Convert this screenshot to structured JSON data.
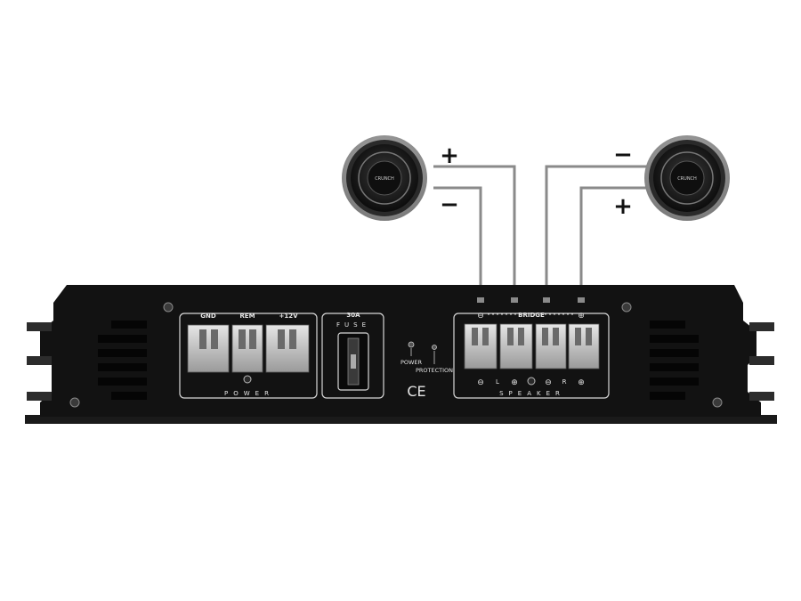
{
  "speakers": {
    "left": {
      "brand": "CRUNCH",
      "positive_sign": "+",
      "negative_sign": "−"
    },
    "right": {
      "brand": "CRUNCH",
      "positive_sign": "+",
      "negative_sign": "−"
    }
  },
  "power_block": {
    "terminals": [
      "GND",
      "REM",
      "+12V"
    ],
    "caption": "POWER"
  },
  "fuse": {
    "rating": "30A",
    "caption": "FUSE"
  },
  "indicators": {
    "power": "POWER",
    "protection": "PROTECTION"
  },
  "ce_mark": "CE",
  "speaker_block": {
    "bridge_label": "BRIDGE",
    "bridge_minus": "⊖",
    "bridge_plus": "⊕",
    "polarity_row": [
      "⊖",
      "L",
      "⊕",
      "⊖",
      "R",
      "⊕"
    ],
    "caption": "SPEAKER"
  },
  "colors": {
    "amp_body": "#121212",
    "panel_line": "#d8d8d8",
    "wire": "#8a8a8a",
    "terminal": "#c8c8c8"
  },
  "icons": [
    "screw-icon",
    "speaker-icon",
    "fuse-icon",
    "led-icon",
    "knob-icon"
  ]
}
